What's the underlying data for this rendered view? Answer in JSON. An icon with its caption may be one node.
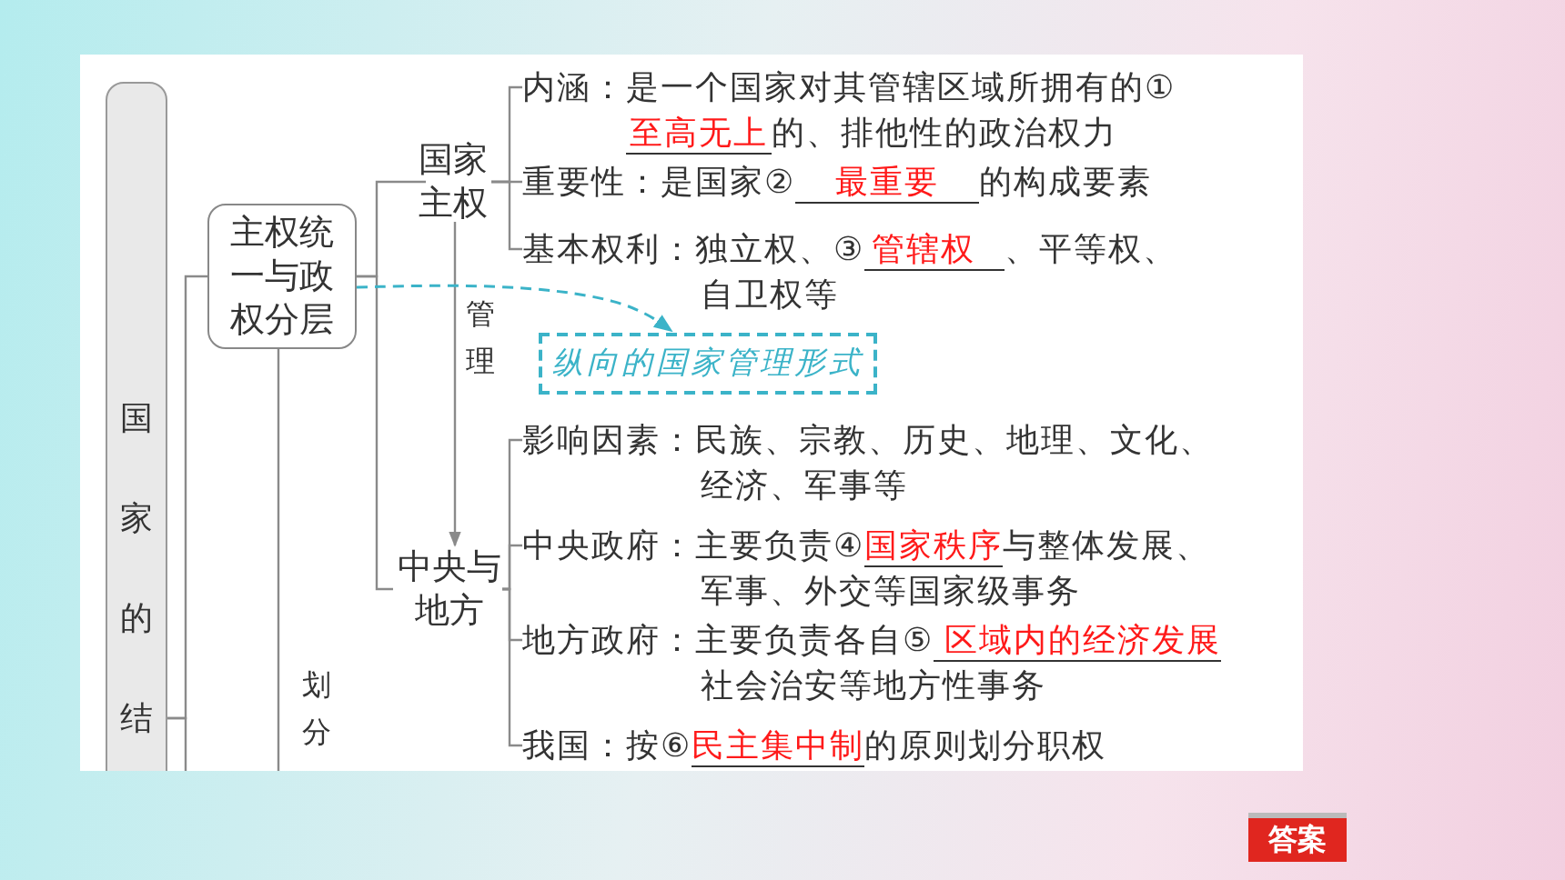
{
  "diagram": {
    "nodes": [
      {
        "text": [
          "国家的结"
        ]
      },
      {
        "text": [
          "主权统一与政权分层"
        ]
      },
      {
        "text": [
          "国家主权"
        ]
      },
      {
        "text": [
          "中央与地方"
        ]
      },
      {
        "text": [
          "纵向的国家管理形式"
        ]
      },
      {
        "text": [
          "内涵：是一个国家对其管辖区域所拥有的①",
          "至高无上",
          "的、排他性的政治权力"
        ]
      },
      {
        "text": [
          "重要性：是国家②",
          "最重要",
          "的构成要素"
        ]
      },
      {
        "text": [
          "基本权利：独立权、③",
          "管辖权",
          "、平等权、自卫权等"
        ]
      },
      {
        "text": [
          "影响因素：民族、宗教、历史、地理、文化、经济、军事等"
        ]
      },
      {
        "text": [
          "中央政府：主要负责④",
          "国家秩序",
          "与整体发展、军事、外交等国家级事务"
        ]
      },
      {
        "text": [
          "地方政府：主要负责各自⑤",
          "区域内的经济发展",
          "社会治安等地方性事务"
        ]
      },
      {
        "text": [
          "我国：按⑥",
          "民主集中制",
          "的原则划分职权"
        ]
      }
    ],
    "edges": [
      {
        "from": 0,
        "to": 1,
        "arrow": "none"
      },
      {
        "from": 0,
        "to": null,
        "arrow": "none"
      },
      {
        "from": 1,
        "to": null,
        "arrow": "none",
        "label": "划分"
      },
      {
        "from": 1,
        "to": 2,
        "arrow": "none"
      },
      {
        "from": 1,
        "to": 3,
        "arrow": "none"
      },
      {
        "from": 2,
        "to": 3,
        "arrow": "to",
        "label": "管理"
      },
      {
        "from": 1,
        "to": 4,
        "arrow": "to",
        "style": "dashed",
        "color": "#3bb3c8"
      },
      {
        "from": 2,
        "to": 5,
        "arrow": "none"
      },
      {
        "from": 2,
        "to": 6,
        "arrow": "none"
      },
      {
        "from": 2,
        "to": 7,
        "arrow": "none"
      },
      {
        "from": 3,
        "to": 8,
        "arrow": "none"
      },
      {
        "from": 3,
        "to": 9,
        "arrow": "none"
      },
      {
        "from": 3,
        "to": 10,
        "arrow": "none"
      },
      {
        "from": 3,
        "to": 11,
        "arrow": "none"
      }
    ],
    "labels": [
      "答案"
    ]
  }
}
